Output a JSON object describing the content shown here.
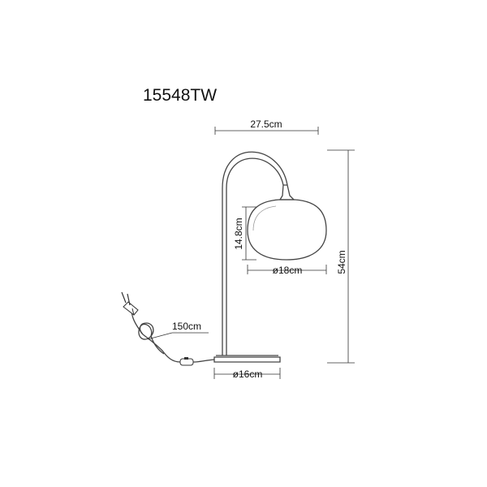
{
  "model_code": "15548TW",
  "dimensions": {
    "width": "27.5cm",
    "height": "54cm",
    "shade_height": "14.8cm",
    "shade_diameter": "ø18cm",
    "base_diameter": "ø16cm",
    "cable_length": "150cm"
  },
  "colors": {
    "line": "#444444",
    "dimension_line": "#333333",
    "text": "#111111",
    "background": "#ffffff"
  }
}
